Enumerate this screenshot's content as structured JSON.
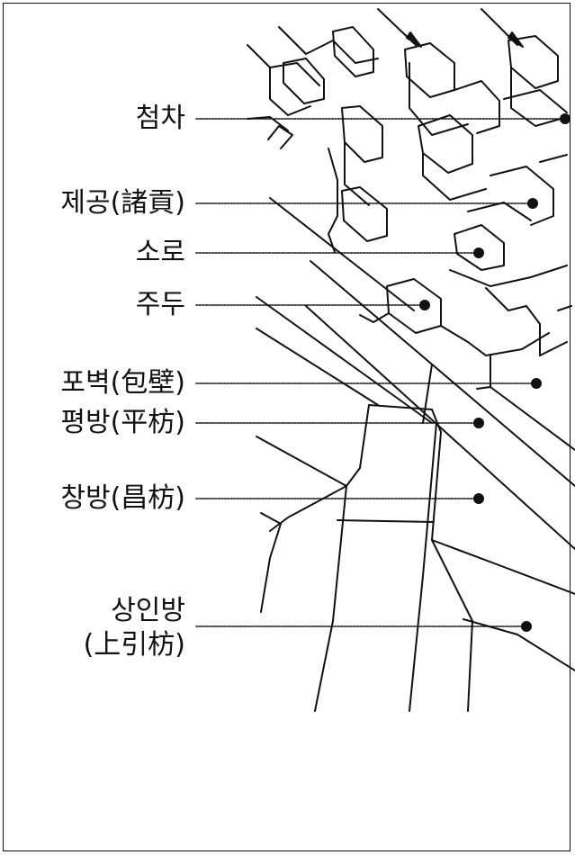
{
  "labels": {
    "cheomcha": "첨차",
    "jegong": "제공(諸貢)",
    "soro": "소로",
    "judu": "주두",
    "pobyeok": "포벽(包壁)",
    "pyeongbang": "평방(平枋)",
    "changbang": "창방(昌枋)",
    "sanginbang_line1": "상인방",
    "sanginbang_line2": "(上引枋)"
  }
}
